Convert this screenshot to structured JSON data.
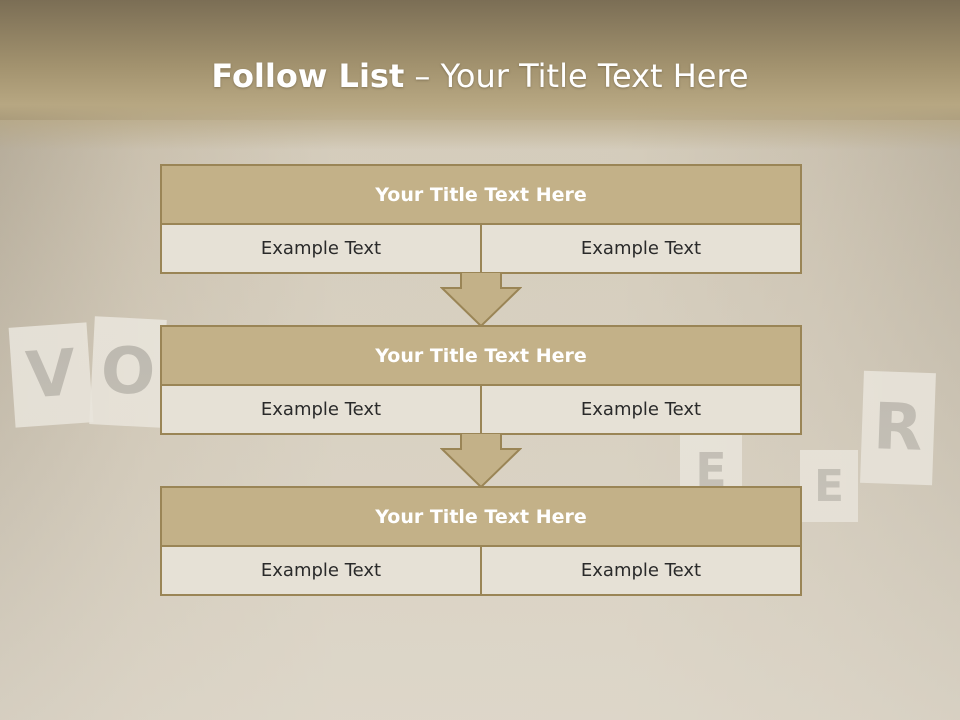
{
  "slide": {
    "title_bold": "Follow List",
    "title_rest": " – Your Title Text Here"
  },
  "blocks": [
    {
      "title": "Your Title Text Here",
      "left": "Example Text",
      "right": "Example Text"
    },
    {
      "title": "Your Title Text Here",
      "left": "Example Text",
      "right": "Example Text"
    },
    {
      "title": "Your Title Text Here",
      "left": "Example Text",
      "right": "Example Text"
    }
  ],
  "background_signs": [
    "V",
    "O",
    "E",
    "E",
    "R"
  ],
  "colors": {
    "header_fill": "#c3b188",
    "border": "#9a8556",
    "cell_fill": "#e6e1d6",
    "arrow_fill": "#c3b188"
  }
}
